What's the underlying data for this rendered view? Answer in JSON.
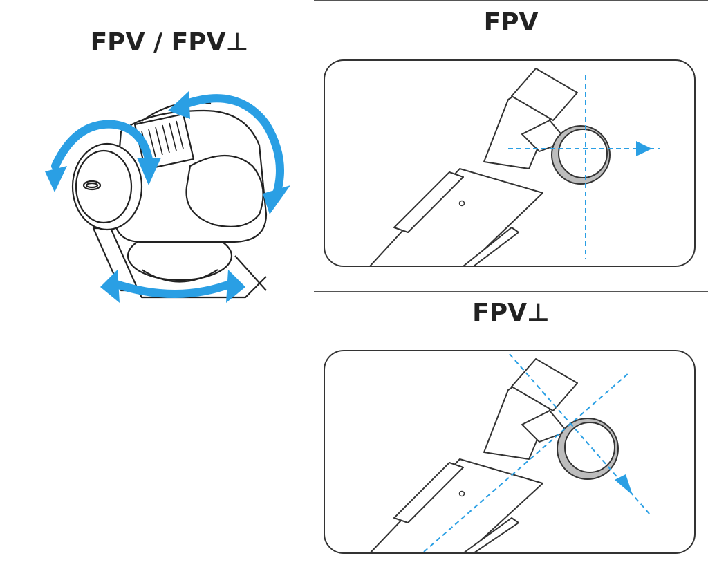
{
  "titles": {
    "left": "FPV / FPV⊥",
    "top_right": "FPV",
    "bottom_right": "FPV⊥"
  },
  "colors": {
    "accent": "#2a9fe4",
    "line": "#333333",
    "lens_ring": "#bdbdbd"
  },
  "icons": {
    "gimbal": "gimbal-camera-icon",
    "rotation": "rotation-arrow-icon",
    "axis": "axis-arrow-icon"
  }
}
